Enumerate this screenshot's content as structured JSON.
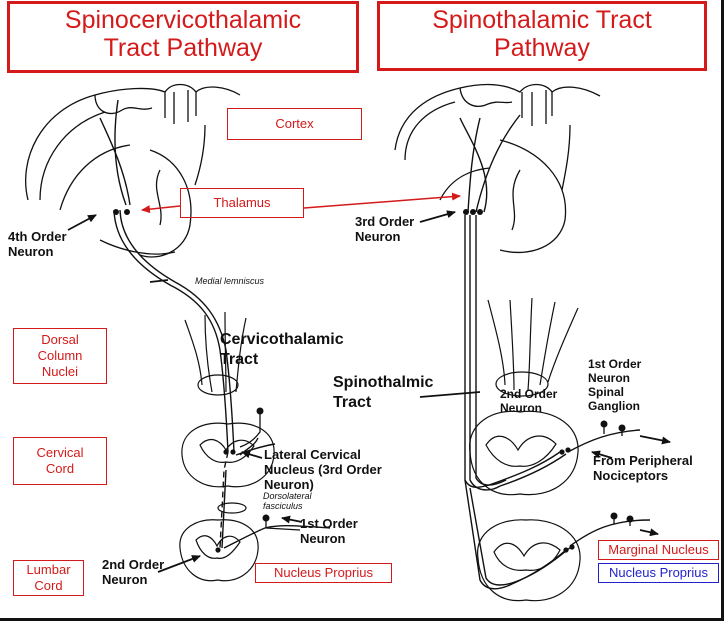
{
  "titles": {
    "left": "Spinocervicothalamic\nTract Pathway",
    "right": "Spinothalamic Tract\nPathway"
  },
  "boxes": {
    "cortex": "Cortex",
    "thalamus": "Thalamus",
    "dorsal_column_nuclei": "Dorsal\nColumn\nNuclei",
    "cervical_cord": "Cervical\nCord",
    "lumbar_cord": "Lumbar\nCord",
    "nucleus_proprius_left": "Nucleus Proprius",
    "marginal_nucleus": "Marginal Nucleus",
    "nucleus_proprius_right": "Nucleus Proprius"
  },
  "labels": {
    "fourth_order": "4th Order\nNeuron",
    "medial_lemniscus": "Medial lemniscus",
    "cervicothalamic": "Cervicothalamic\nTract",
    "lateral_cervical": "Lateral Cervical\nNucleus (3rd Order\nNeuron)",
    "dorsolateral": "Dorsolateral\nfasciculus",
    "first_order_left": "1st Order\nNeuron",
    "second_order_left": "2nd Order\nNeuron",
    "third_order_right": "3rd Order\nNeuron",
    "spinothalmic": "Spinothalmic\nTract",
    "second_order_right": "2nd Order\nNeuron",
    "first_order_right": "1st Order\nNeuron\nSpinal\nGanglion",
    "peripheral": "From Peripheral\nNociceptors"
  },
  "colors": {
    "accent_red": "#d41a1a",
    "accent_blue": "#2222cc",
    "ink": "#111111"
  }
}
